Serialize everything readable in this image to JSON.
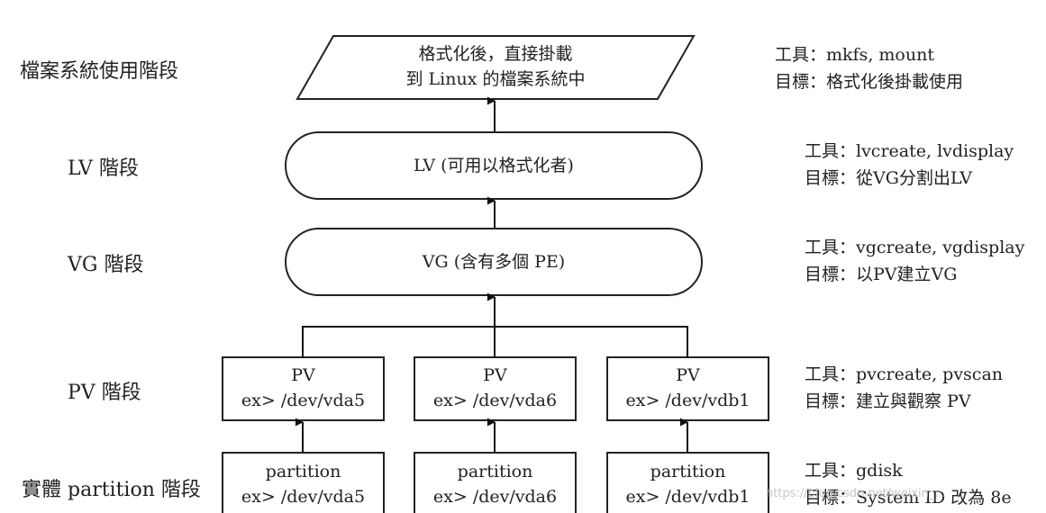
{
  "stages": {
    "fs": "檔案系統使用階段",
    "lv": "LV 階段",
    "vg": "VG 階段",
    "pv": "PV 階段",
    "partition": "實體 partition 階段"
  },
  "nodes": {
    "fs": {
      "line1": "格式化後，直接掛載",
      "line2": "到 Linux 的檔案系統中"
    },
    "lv": "LV (可用以格式化者)",
    "vg": "VG (含有多個 PE)",
    "pv": [
      {
        "line1": "PV",
        "line2": "ex> /dev/vda5"
      },
      {
        "line1": "PV",
        "line2": "ex> /dev/vda6"
      },
      {
        "line1": "PV",
        "line2": "ex> /dev/vdb1"
      }
    ],
    "partitions": [
      {
        "line1": "partition",
        "line2": "ex> /dev/vda5"
      },
      {
        "line1": "partition",
        "line2": "ex> /dev/vda6"
      },
      {
        "line1": "partition",
        "line2": "ex> /dev/vdb1"
      }
    ]
  },
  "notes": {
    "fs": {
      "tool": "工具：mkfs, mount",
      "goal": "目標：格式化後掛載使用"
    },
    "lv": {
      "tool": "工具：lvcreate, lvdisplay",
      "goal": "目標：從VG分割出LV"
    },
    "vg": {
      "tool": "工具：vgcreate, vgdisplay",
      "goal": "目標：以PV建立VG"
    },
    "pv": {
      "tool": "工具：pvcreate, pvscan",
      "goal": "目標：建立與觀察 PV"
    },
    "partition": {
      "tool": "工具：gdisk",
      "goal": "目標：System ID 改為 8e"
    }
  },
  "watermark": "https://blog.csdn.net/weixin_..."
}
